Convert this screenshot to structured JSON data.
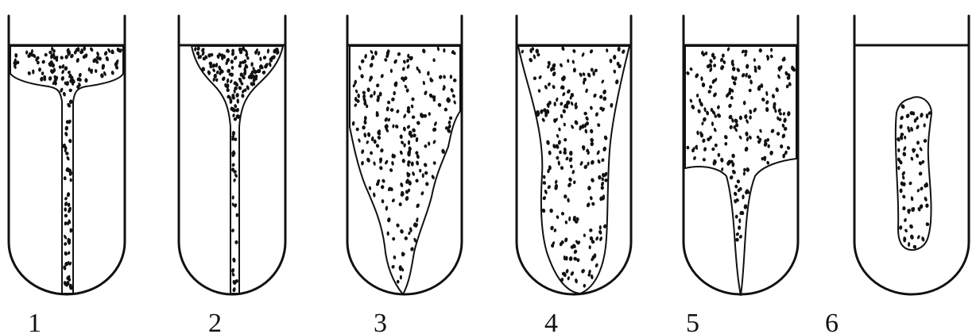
{
  "tubes": [
    {
      "label": "1"
    },
    {
      "label": "2"
    },
    {
      "label": "3"
    },
    {
      "label": "4"
    },
    {
      "label": "5"
    },
    {
      "label": "6"
    }
  ]
}
